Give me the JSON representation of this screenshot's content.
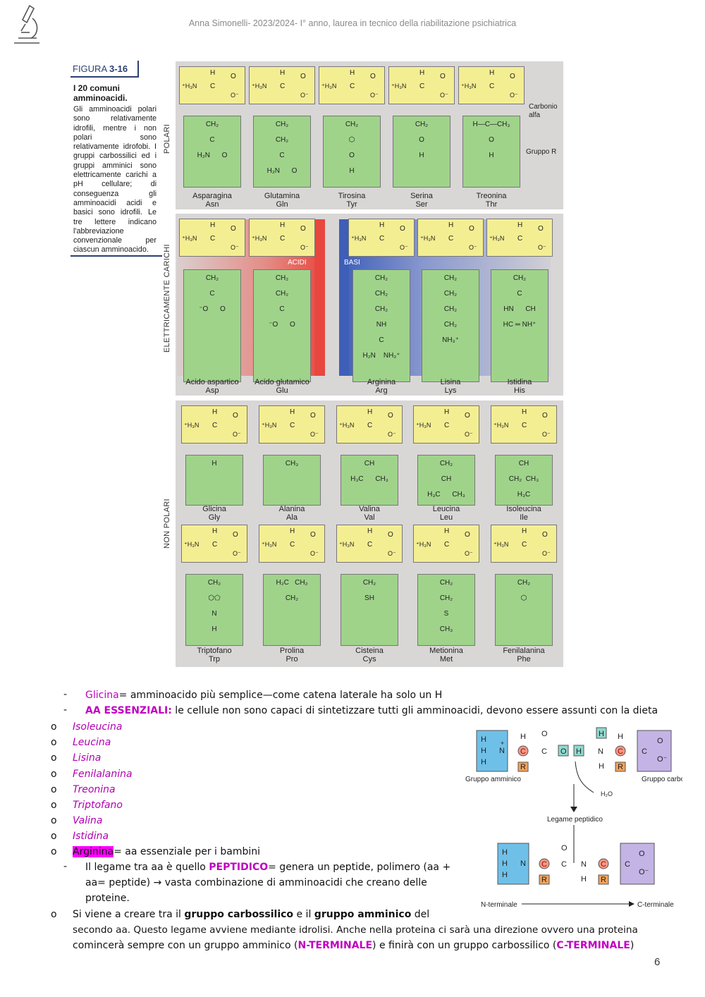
{
  "header": {
    "text": "Anna Simonelli- 2023/2024- I° anno, laurea in tecnico della riabilitazione psichiatrica"
  },
  "figure": {
    "label": "FIGURA",
    "number": "3-16",
    "title": "I 20 comuni amminoacidi.",
    "caption": "Gli amminoacidi polari sono relativamente idrofili, mentre i non polari sono relativamente idrofobi. I gruppi carbossilici ed i gruppi amminici sono elettricamente carichi a pH cellulare; di conseguenza gli amminoacidi acidi e basici sono idrofili. Le tre lettere indicano l'abbreviazione convenzionale per ciascun amminoacido.",
    "section_labels": {
      "polar": "POLARI",
      "charged": "ELETTRICAMENTE CARICHI",
      "nonpolar": "NON POLARI",
      "acids": "ACIDI",
      "bases": "BASI"
    },
    "annotations": {
      "carbonio_alfa": "Carbonio alfa",
      "gruppo_r": "Gruppo R"
    },
    "backbone": {
      "top": "H",
      "left": "⁺H₃N",
      "c": "C",
      "o": "O",
      "ominus": "O⁻"
    },
    "polar": [
      {
        "name": "Asparagina",
        "abbr": "Asn",
        "side": [
          "CH₂",
          "C",
          "H₂N      O"
        ]
      },
      {
        "name": "Glutamina",
        "abbr": "Gln",
        "side": [
          "CH₂",
          "CH₂",
          "C",
          "H₂N      O"
        ]
      },
      {
        "name": "Tirosina",
        "abbr": "Tyr",
        "side": [
          "CH₂",
          "⬡",
          "O",
          "H"
        ]
      },
      {
        "name": "Serina",
        "abbr": "Ser",
        "side": [
          "CH₂",
          "O",
          "H"
        ]
      },
      {
        "name": "Treonina",
        "abbr": "Thr",
        "side": [
          "H—C—CH₃",
          "O",
          "H"
        ]
      }
    ],
    "acidic": [
      {
        "name": "Acido aspartico",
        "abbr": "Asp",
        "side": [
          "CH₂",
          "C",
          "⁻O      O"
        ]
      },
      {
        "name": "Acido glutamico",
        "abbr": "Glu",
        "side": [
          "CH₂",
          "CH₂",
          "C",
          "⁻O      O"
        ]
      }
    ],
    "basic": [
      {
        "name": "Arginina",
        "abbr": "Arg",
        "side": [
          "CH₂",
          "CH₂",
          "CH₂",
          "NH",
          "C",
          "H₂N    NH₂⁺"
        ]
      },
      {
        "name": "Lisina",
        "abbr": "Lys",
        "side": [
          "CH₂",
          "CH₂",
          "CH₂",
          "CH₂",
          "NH₃⁺"
        ]
      },
      {
        "name": "Istidina",
        "abbr": "His",
        "side": [
          "CH₂",
          "C",
          "HN      CH",
          "HC ═ NH⁺"
        ]
      }
    ],
    "nonpolar_row1": [
      {
        "name": "Glicina",
        "abbr": "Gly",
        "side": [
          "H"
        ]
      },
      {
        "name": "Alanina",
        "abbr": "Ala",
        "side": [
          "CH₃"
        ]
      },
      {
        "name": "Valina",
        "abbr": "Val",
        "side": [
          "CH",
          "H₃C      CH₃"
        ]
      },
      {
        "name": "Leucina",
        "abbr": "Leu",
        "side": [
          "CH₂",
          "CH",
          "H₃C      CH₃"
        ]
      },
      {
        "name": "Isoleucina",
        "abbr": "Ile",
        "side": [
          "CH",
          "CH₂  CH₃",
          "H₃C"
        ]
      }
    ],
    "nonpolar_row2": [
      {
        "name": "Triptofano",
        "abbr": "Trp",
        "side": [
          "CH₂",
          "⬡⬠",
          "N",
          "H"
        ]
      },
      {
        "name": "Prolina",
        "abbr": "Pro",
        "side": [
          "H₂C   CH₂",
          "CH₂"
        ]
      },
      {
        "name": "Cisteina",
        "abbr": "Cys",
        "side": [
          "CH₂",
          "SH"
        ]
      },
      {
        "name": "Metionina",
        "abbr": "Met",
        "side": [
          "CH₂",
          "CH₂",
          "S",
          "CH₃"
        ]
      },
      {
        "name": "Fenilalanina",
        "abbr": "Phe",
        "side": [
          "CH₂",
          "⬡"
        ]
      }
    ]
  },
  "notes": {
    "glicina_term": "Glicina",
    "glicina_rest": "= amminoacido più semplice—come catena laterale ha solo un H",
    "ess_term": "AA ESSENZIALI:",
    "ess_rest": " le cellule non sono capaci di sintetizzare tutti gli amminoacidi, devono essere assunti con la dieta",
    "essential_list": [
      "Isoleucina",
      "Leucina",
      "Lisina",
      "Fenilalanina",
      "Treonina",
      "Triptofano",
      "Valina",
      "Istidina"
    ],
    "arginina_term": "Arginina",
    "arginina_rest": "= aa essenziale per i bambini",
    "peptide_line1_a": "Il legame tra aa è quello ",
    "peptide_term": "PEPTIDICO",
    "peptide_line1_b": "= genera un peptide, polimero (aa +",
    "peptide_line2": "aa= peptide) → vasta combinazione di amminoacidi che creano delle",
    "peptide_line3": "proteine.",
    "bond_a": " Si viene a creare tra il ",
    "bond_carbox": "gruppo carbossilico",
    "bond_b": " e il ",
    "bond_amino": "gruppo amminico",
    "bond_c": " del",
    "bond_line2": "secondo aa. Questo legame avviene mediante idrolisi. Anche nella proteina ci sarà una direzione ovvero una proteina",
    "bond_line3_a": "comincerà sempre con un gruppo amminico (",
    "n_term": "N-TERMINALE",
    "bond_line3_b": ") e finirà con un gruppo carbossilico (",
    "c_term": "C-TERMINALE",
    "bond_line3_c": ")",
    "bullet_o": "o",
    "bullet_dash": "-"
  },
  "peptide_diagram": {
    "gruppo_amminico": "Gruppo amminico",
    "gruppo_carbossilico": "Gruppo carbossilico",
    "h2o": "H₂O",
    "legame": "Legame peptidico",
    "n_terminale": "N-terminale",
    "c_terminale": "C-terminale"
  },
  "page_number": "6"
}
